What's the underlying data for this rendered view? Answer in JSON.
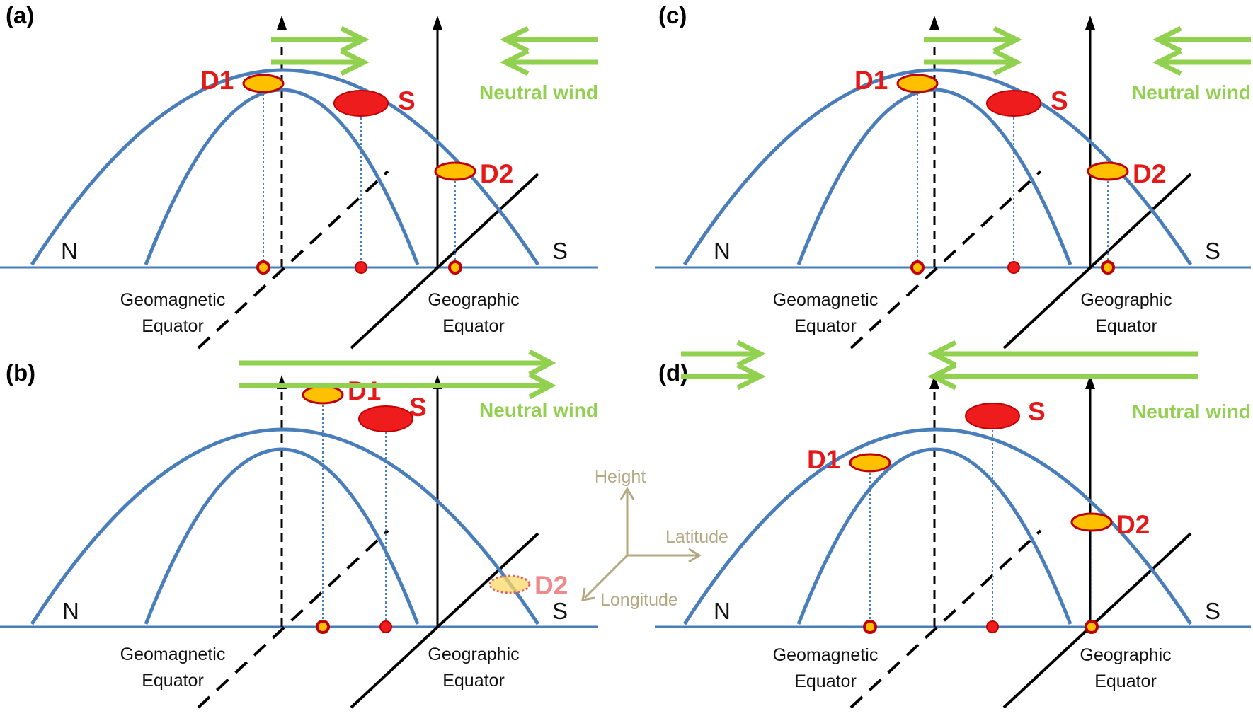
{
  "colors": {
    "field_line": "#4a7ebb",
    "wind": "#92d050",
    "blob_red": "#ee1c1c",
    "blob_yellow": "#ffc000",
    "blob_edge": "#c00000",
    "label_red": "#e41a1a",
    "faded_red": "#f08a8a",
    "axis_tan": "#b3a882",
    "black": "#000000"
  },
  "icons": {
    "arrow": "arrow-icon",
    "double_arrow": "double-arrow-icon"
  },
  "panels": [
    {
      "label": "(a)",
      "north": "N",
      "south": "S",
      "geomag_line1": "Geomagnetic",
      "geomag_line2": "Equator",
      "geog_line1": "Geographic",
      "geog_line2": "Equator",
      "wind_label": "Neutral wind",
      "blob_labels": {
        "d1": "D1",
        "s": "S",
        "d2": "D2"
      }
    },
    {
      "label": "(c)",
      "north": "N",
      "south": "S",
      "geomag_line1": "Geomagnetic",
      "geomag_line2": "Equator",
      "geog_line1": "Geographic",
      "geog_line2": "Equator",
      "wind_label": "Neutral wind",
      "blob_labels": {
        "d1": "D1",
        "s": "S",
        "d2": "D2"
      }
    },
    {
      "label": "(b)",
      "north": "N",
      "south": "S",
      "geomag_line1": "Geomagnetic",
      "geomag_line2": "Equator",
      "geog_line1": "Geographic",
      "geog_line2": "Equator",
      "wind_label": "Neutral wind",
      "blob_labels": {
        "d1": "D1",
        "s": "S",
        "d2": "D2"
      }
    },
    {
      "label": "(d)",
      "north": "N",
      "south": "S",
      "geomag_line1": "Geomagnetic",
      "geomag_line2": "Equator",
      "geog_line1": "Geographic",
      "geog_line2": "Equator",
      "wind_label": "Neutral wind",
      "blob_labels": {
        "d1": "D1",
        "s": "S",
        "d2": "D2"
      }
    }
  ],
  "axes_legend": {
    "height": "Height",
    "latitude": "Latitude",
    "longitude": "Longitude"
  }
}
